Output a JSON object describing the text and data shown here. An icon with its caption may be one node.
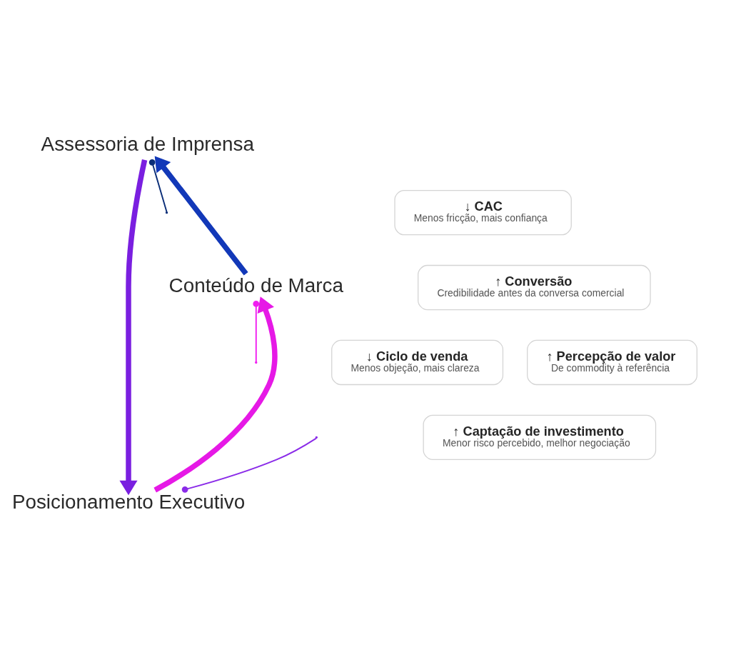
{
  "diagram": {
    "nodes": [
      {
        "text": [
          "Assessoria de Imprensa"
        ]
      },
      {
        "text": [
          "↓ CAC",
          "Menos fricção, mais confiança"
        ]
      },
      {
        "text": [
          "Conteúdo de Marca"
        ]
      },
      {
        "text": [
          "↑ Conversão",
          "Credibilidade antes da conversa comercial"
        ]
      },
      {
        "text": [
          "↓ Ciclo de venda",
          "Menos objeção, mais clareza"
        ]
      },
      {
        "text": [
          "↑ Percepção de valor",
          "De commodity à referência"
        ]
      },
      {
        "text": [
          "↑ Captação de investimento",
          "Menor risco percebido, melhor negociação"
        ]
      },
      {
        "text": [
          "Posicionamento Executivo"
        ]
      }
    ],
    "edges": [
      {
        "from": 2,
        "to": 0,
        "arrow": "to",
        "style": "thick",
        "color": "#1238b8"
      },
      {
        "from": 0,
        "to": 7,
        "arrow": "to",
        "style": "thick",
        "color": "#7a1fe0"
      },
      {
        "from": 7,
        "to": 2,
        "arrow": "to",
        "style": "thick",
        "color": "#e619e6"
      },
      {
        "from": 0,
        "to": null,
        "arrow": "other",
        "color": "#0b2e78"
      },
      {
        "from": 2,
        "to": null,
        "arrow": "other",
        "color": "#f01ef0"
      },
      {
        "from": 7,
        "to": null,
        "arrow": "other",
        "color": "#8a2be8"
      }
    ]
  }
}
